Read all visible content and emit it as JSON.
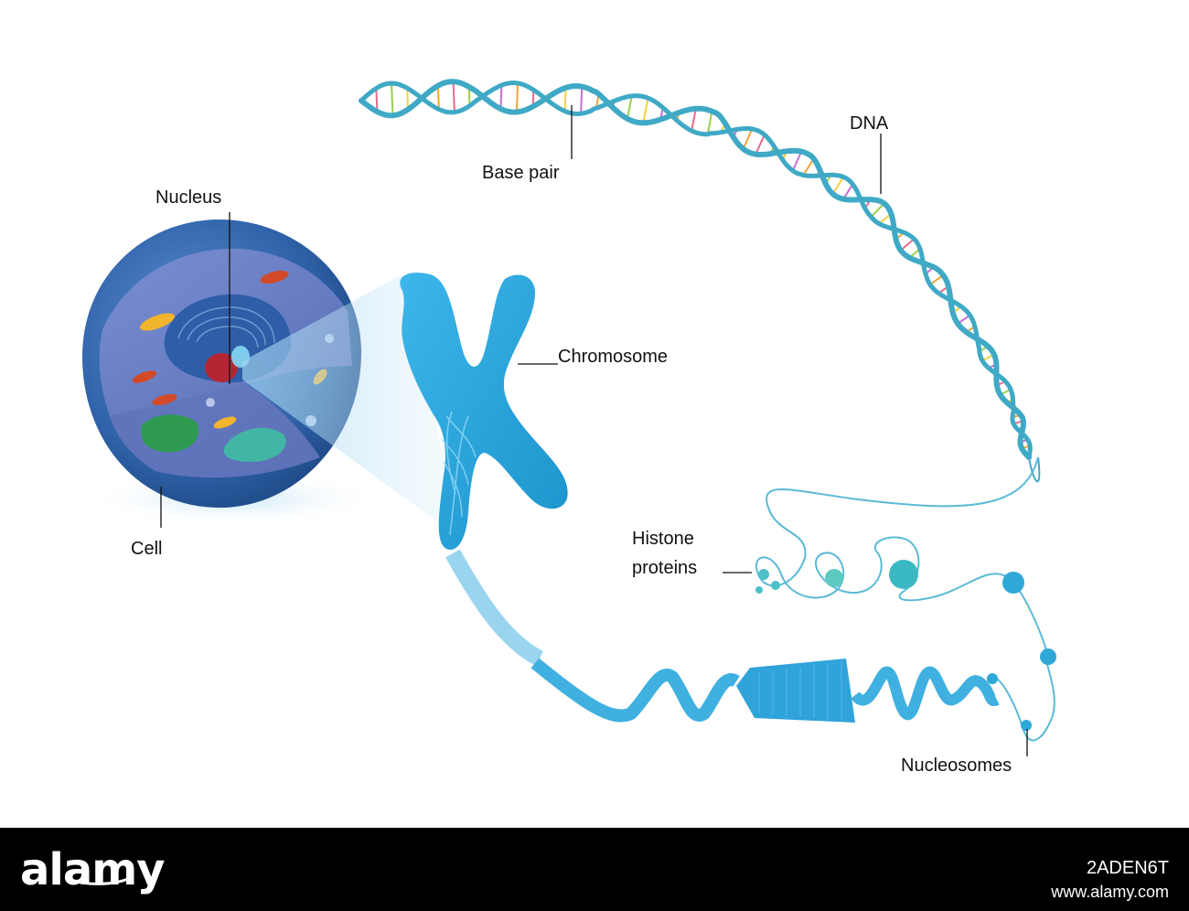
{
  "labels": {
    "nucleus": "Nucleus",
    "cell": "Cell",
    "chromosome": "Chromosome",
    "base_pair": "Base pair",
    "dna": "DNA",
    "histone_line1": "Histone",
    "histone_line2": "proteins",
    "nucleosomes": "Nucleosomes"
  },
  "footer": {
    "brand": "alamy",
    "image_id": "2ADEN6T",
    "url": "www.alamy.com"
  },
  "colors": {
    "dna_strand": "#3fa9c6",
    "chromosome": "#2fa8dc",
    "cell_shell": "#3b6fb0",
    "cell_interior": "#6f7fc4",
    "histone": "#5cc9c0",
    "footer_bg": "#000000"
  }
}
